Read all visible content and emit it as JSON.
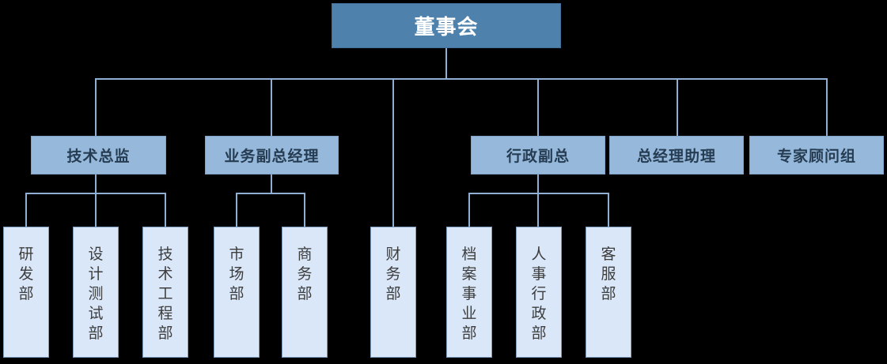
{
  "colors": {
    "level1_fill": "#4E82AC",
    "level1_border": "#43719B",
    "level1_text": "#FFFFFF",
    "level2_fill": "#95B8DB",
    "level2_border": "#7FA2C6",
    "level2_text": "#263C52",
    "level3_fill": "#D9E7F8",
    "level3_border": "#7E9CC0",
    "level3_text": "#3D3D3D",
    "connector": "#8FAFD4",
    "background": "#000000"
  },
  "org": {
    "root": {
      "label": "董事会"
    },
    "level2": [
      {
        "label": "技术总监",
        "reports_to": "董事会"
      },
      {
        "label": "业务副总经理",
        "reports_to": "董事会"
      },
      {
        "label": "行政副总",
        "reports_to": "董事会"
      },
      {
        "label": "总经理助理",
        "reports_to": "董事会"
      },
      {
        "label": "专家顾问组",
        "reports_to": "董事会"
      }
    ],
    "level3": [
      {
        "label": "研发部",
        "reports_to": "技术总监"
      },
      {
        "label": "设计测试部",
        "reports_to": "技术总监"
      },
      {
        "label": "技术工程部",
        "reports_to": "技术总监"
      },
      {
        "label": "市场部",
        "reports_to": "业务副总经理"
      },
      {
        "label": "商务部",
        "reports_to": "业务副总经理"
      },
      {
        "label": "财务部",
        "reports_to": "董事会"
      },
      {
        "label": "档案事业部",
        "reports_to": "行政副总"
      },
      {
        "label": "人事行政部",
        "reports_to": "行政副总"
      },
      {
        "label": "客服部",
        "reports_to": "行政副总"
      }
    ]
  }
}
